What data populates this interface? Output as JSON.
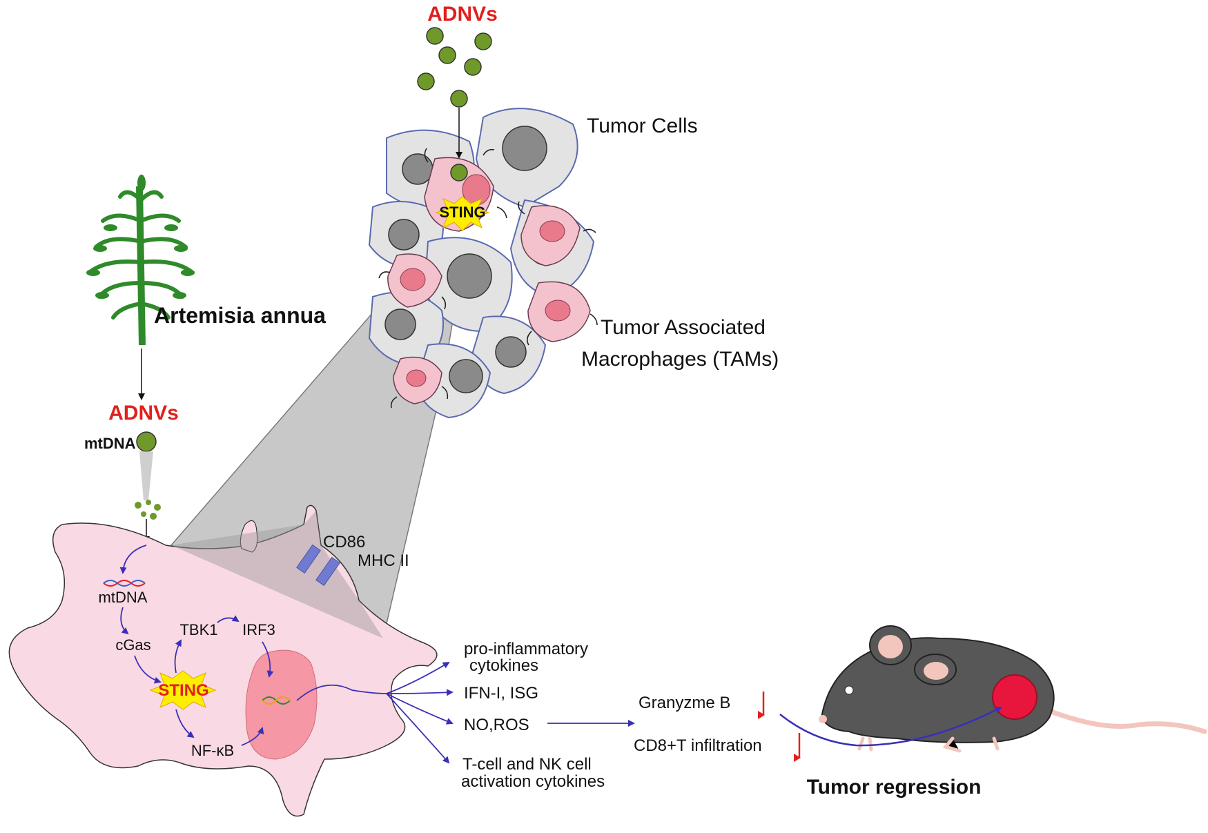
{
  "labels": {
    "adnvs_top": "ADNVs",
    "tumor_cells": "Tumor Cells",
    "sting_top": "STING",
    "tam_line1": "Tumor Associated",
    "tam_line2": "Macrophages (TAMs)",
    "plant": "Artemisia annua",
    "adnvs_mid": "ADNVs",
    "mtdna_top": "mtDNA",
    "cd86": "CD86",
    "mhc2": "MHC II",
    "mtdna_cell": "mtDNA",
    "cgas": "cGas",
    "tbk1": "TBK1",
    "irf3": "IRF3",
    "sting_cell": "STING",
    "nfkb": "NF-κB",
    "out_pro_1": "pro-inflammatory",
    "out_pro_2": "cytokines",
    "out_ifn": "IFN-I, ISG",
    "out_no": "NO,ROS",
    "out_tcell_1": "T-cell and NK cell",
    "out_tcell_2": "activation cytokines",
    "granzyme": "Granyzme B",
    "cd8": "CD8+T infiltration",
    "regression": "Tumor regression"
  },
  "colors": {
    "red_text": "#e0201e",
    "arrow_purple": "#3a2fb8",
    "cell_pink": "#f9d9e3",
    "tumor_gray": "#e3e3e3",
    "nucleus_gray": "#8a8a8a",
    "plant_green": "#2f8a2a",
    "vesicle_green": "#7a9a2a",
    "sting_star": "#ffee00",
    "mouse_body": "#575757",
    "mouse_pink": "#f3c6bd",
    "tumor_red": "#e8163c"
  }
}
